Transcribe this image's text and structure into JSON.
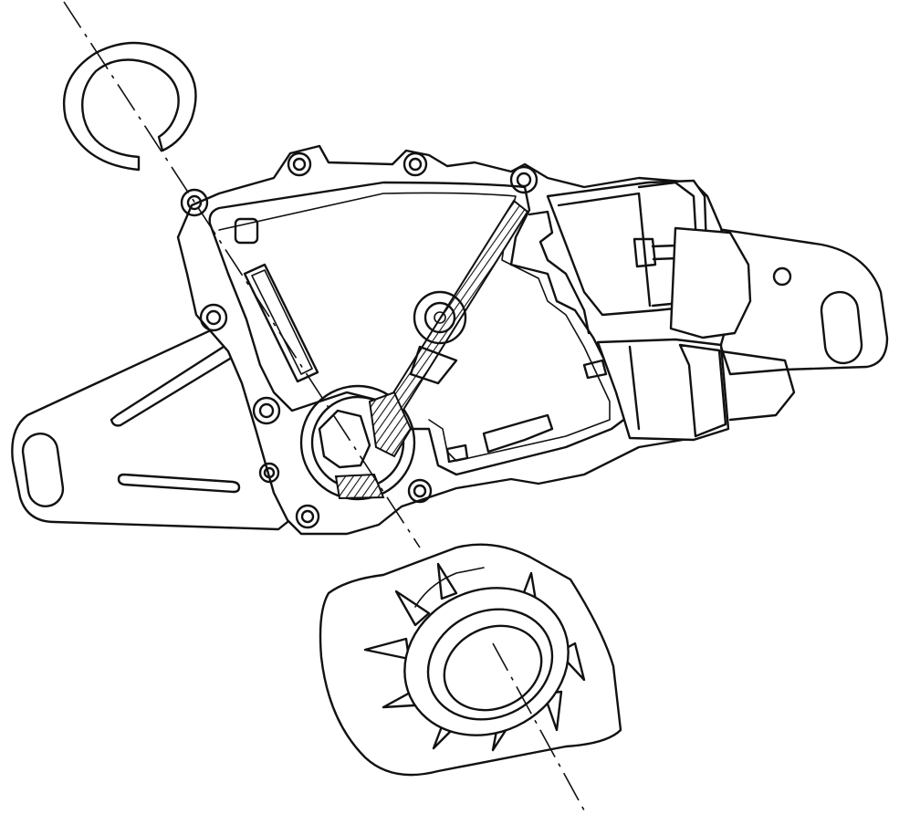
{
  "figure": {
    "kind": "exploded technical line drawing",
    "parts": [
      "snap-ring",
      "park-neutral-position-switch",
      "mounting-bracket",
      "electrical-connector",
      "shift-lever-seal"
    ],
    "colors": {
      "line": "#111111",
      "background": "#ffffff"
    }
  }
}
